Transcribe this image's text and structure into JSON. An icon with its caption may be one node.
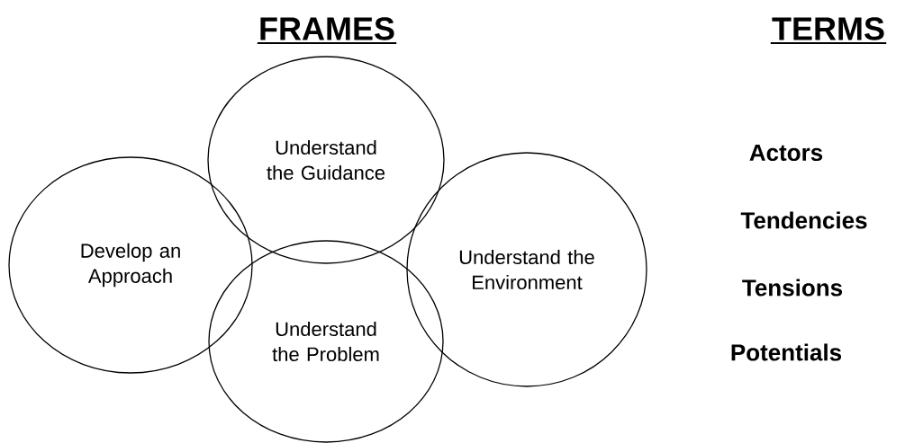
{
  "diagram": {
    "nodes": [
      {
        "text": [
          "Develop an Approach"
        ]
      },
      {
        "text": [
          "Understand the Guidance"
        ]
      },
      {
        "text": [
          "Understand the Environment"
        ]
      },
      {
        "text": [
          "Understand the Problem"
        ]
      }
    ],
    "labels": [
      "FRAMES",
      "TERMS",
      "Actors",
      "Tendencies",
      "Tensions",
      "Potentials"
    ]
  }
}
